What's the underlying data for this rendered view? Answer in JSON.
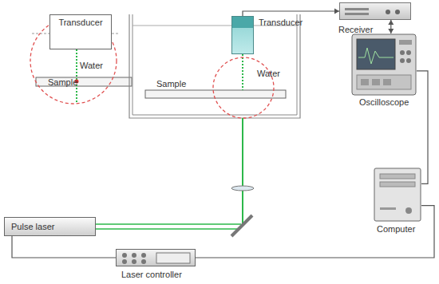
{
  "diagram": {
    "nodes": [
      {
        "text": [
          "Transducer"
        ]
      },
      {
        "text": [
          "Transducer"
        ]
      },
      {
        "text": [
          "Receiver"
        ]
      },
      {
        "text": [
          "Oscilloscope"
        ]
      },
      {
        "text": [
          "Computer"
        ]
      },
      {
        "text": [
          "Pulse laser"
        ]
      },
      {
        "text": [
          "Laser controller"
        ]
      }
    ],
    "edges": [
      {
        "from": 1,
        "to": 2,
        "arrow": "to"
      },
      {
        "from": 2,
        "to": 3,
        "arrow": "both"
      },
      {
        "from": 3,
        "to": 4,
        "arrow": "none"
      },
      {
        "from": 5,
        "to": 6,
        "arrow": "none"
      },
      {
        "from": 6,
        "to": 4,
        "arrow": "none"
      }
    ],
    "labels": [
      "Water",
      "Sample",
      "Water",
      "Sample"
    ]
  }
}
